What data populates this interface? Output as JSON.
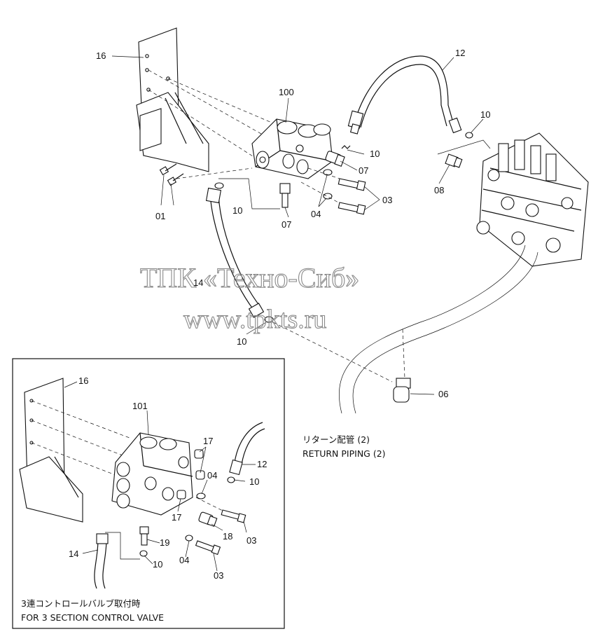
{
  "callouts": {
    "c16_top": "16",
    "c100": "100",
    "c12_top": "12",
    "c10_a": "10",
    "c10_b": "10",
    "c07_a": "07",
    "c08": "08",
    "c01": "01",
    "c10_c": "10",
    "c07_b": "07",
    "c04_a": "04",
    "c03_a": "03",
    "c14_top": "14",
    "c10_d": "10",
    "c06": "06",
    "c16_inset": "16",
    "c101": "101",
    "c17_a": "17",
    "c12_inset": "12",
    "c04_b": "04",
    "c10_e": "10",
    "c17_b": "17",
    "c18": "18",
    "c03_b": "03",
    "c19": "19",
    "c14_inset": "14",
    "c10_f": "10",
    "c04_c": "04",
    "c03_c": "03"
  },
  "return_piping": {
    "japanese": "リターン配管 (2)",
    "english": "RETURN PIPING (2)"
  },
  "inset": {
    "caption_japanese": "3連コントロールバルブ取付時",
    "caption_english": "FOR 3 SECTION  CONTROL VALVE"
  },
  "watermark": {
    "line1": "ТПК «Техно-Сиб»",
    "line2": "www.tpkts.ru"
  }
}
